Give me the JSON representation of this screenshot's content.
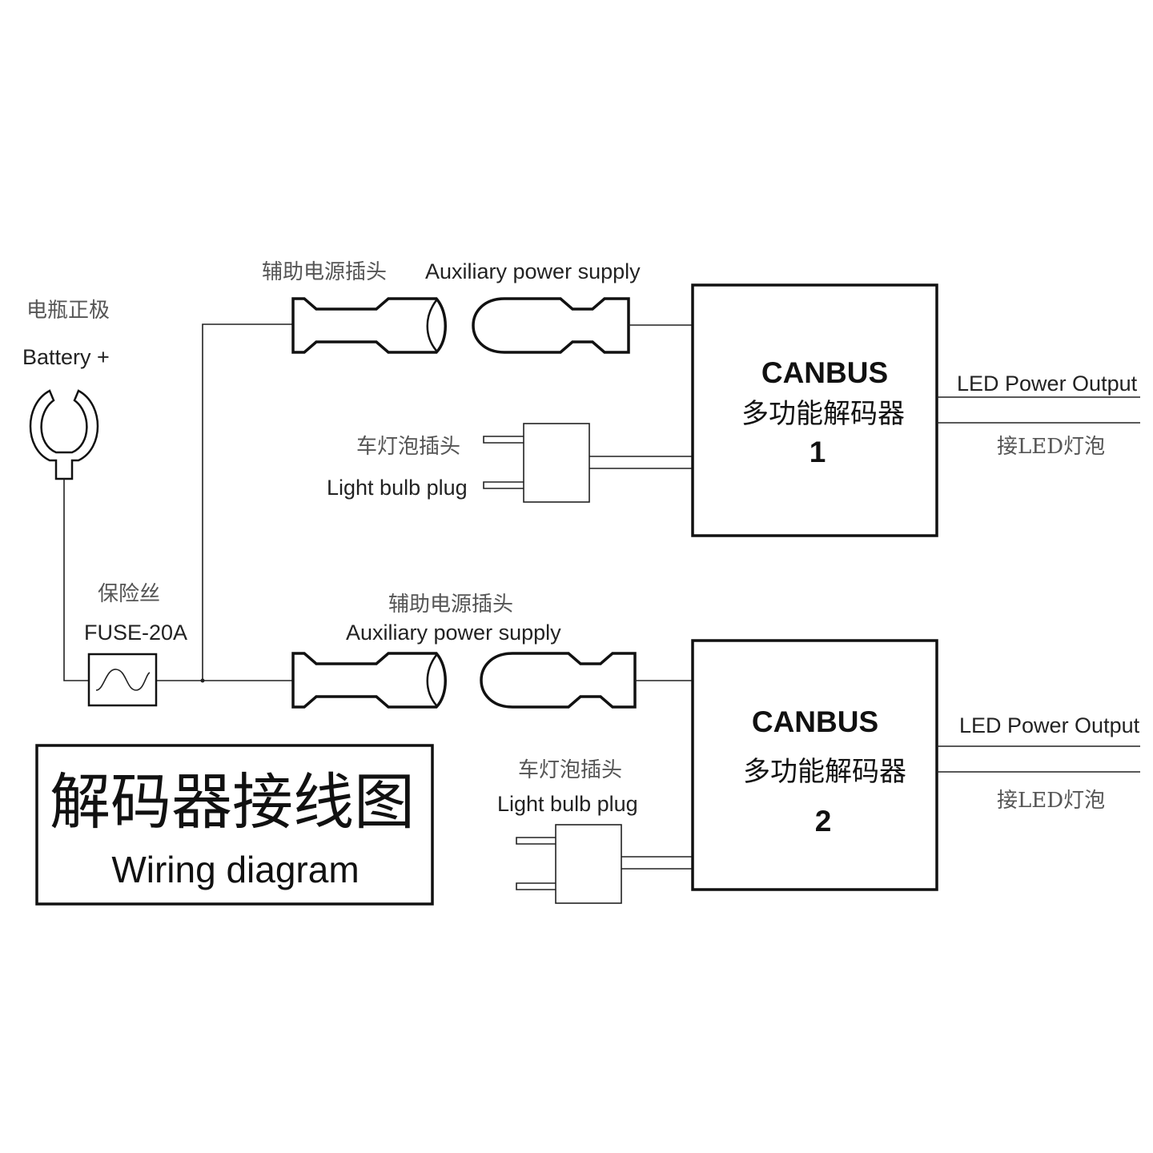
{
  "battery": {
    "label_cn": "电瓶正极",
    "label_en": "Battery +"
  },
  "fuse": {
    "label_cn": "保险丝",
    "label_en": "FUSE-20A"
  },
  "aux_top": {
    "label_cn": "辅助电源插头",
    "label_en": "Auxiliary power supply"
  },
  "aux_bottom": {
    "label_cn": "辅助电源插头",
    "label_en": "Auxiliary power supply"
  },
  "bulb_top": {
    "label_cn": "车灯泡插头",
    "label_en": "Light bulb plug"
  },
  "bulb_bottom": {
    "label_cn": "车灯泡插头",
    "label_en": "Light bulb plug"
  },
  "decoder1": {
    "title": "CANBUS",
    "subtitle": "多功能解码器",
    "number": "1"
  },
  "decoder2": {
    "title": "CANBUS",
    "subtitle": "多功能解码器",
    "number": "2"
  },
  "output1": {
    "label_en": "LED Power Output",
    "label_cn": "接LED灯泡"
  },
  "output2": {
    "label_en": "LED Power Output",
    "label_cn": "接LED灯泡"
  },
  "title_box": {
    "title_cn": "解码器接线图",
    "title_en": "Wiring diagram"
  }
}
